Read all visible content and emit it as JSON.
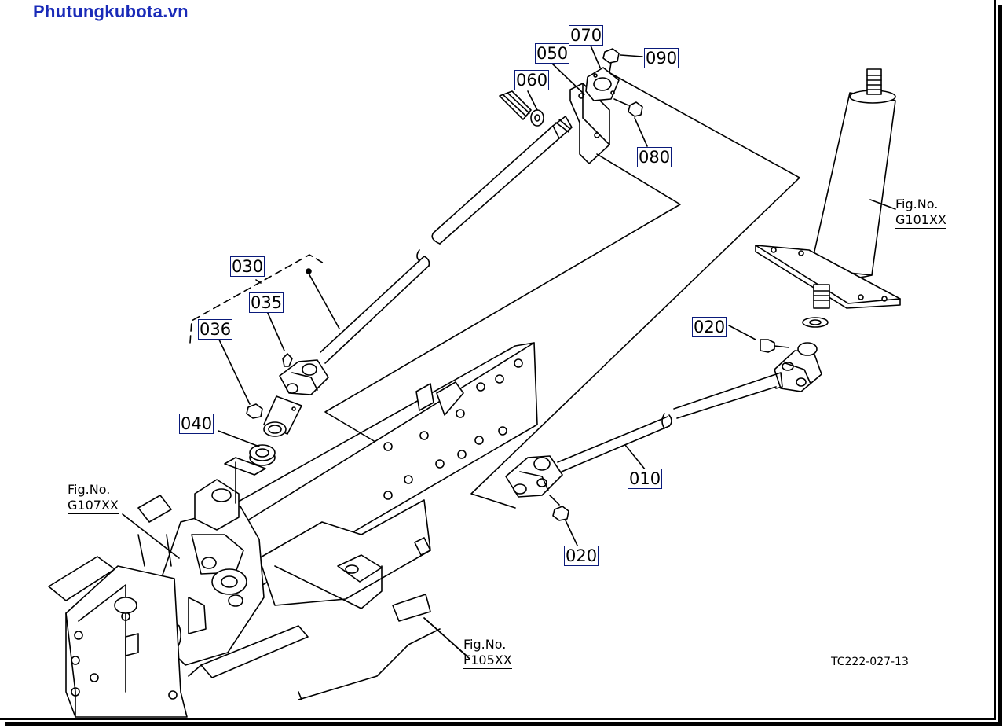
{
  "watermark": "Phutungkubota.vn",
  "drawing_number": "TC222-027-13",
  "colors": {
    "watermark": "#1a2bb8",
    "callout_border": "#0a1a7a",
    "line": "#000000"
  },
  "callouts": [
    {
      "id": "010",
      "label": "010"
    },
    {
      "id": "020a",
      "label": "020"
    },
    {
      "id": "020b",
      "label": "020"
    },
    {
      "id": "030",
      "label": "030"
    },
    {
      "id": "035",
      "label": "035"
    },
    {
      "id": "036",
      "label": "036"
    },
    {
      "id": "040",
      "label": "040"
    },
    {
      "id": "050",
      "label": "050"
    },
    {
      "id": "060",
      "label": "060"
    },
    {
      "id": "070",
      "label": "070"
    },
    {
      "id": "080",
      "label": "080"
    },
    {
      "id": "090",
      "label": "090"
    }
  ],
  "figure_refs": [
    {
      "id": "g101",
      "title": "Fig.No.",
      "code": "G101XX"
    },
    {
      "id": "g107",
      "title": "Fig.No.",
      "code": "G107XX"
    },
    {
      "id": "f105",
      "title": "Fig.No.",
      "code": "F105XX"
    }
  ]
}
